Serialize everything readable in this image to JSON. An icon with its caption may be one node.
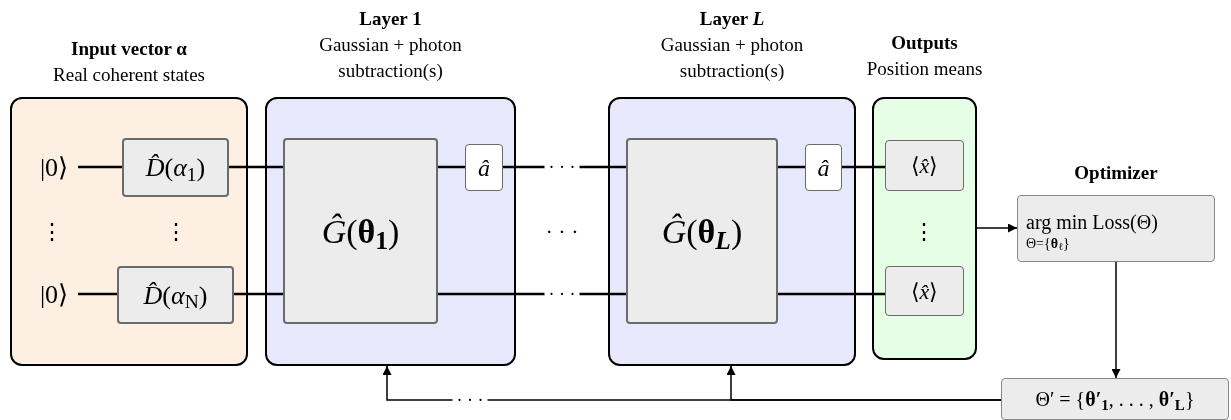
{
  "diagram": {
    "nodes": [
      {
        "text": [
          "Input vector α",
          "Real coherent states"
        ]
      },
      {
        "text": [
          "|0⟩"
        ],
        "in": 0
      },
      {
        "text": [
          "*D̂*(*α*$_{1}$)"
        ],
        "in": 0
      },
      {
        "text": [
          "|0⟩"
        ],
        "in": 0
      },
      {
        "text": [
          "*D̂*(*α*$_{N}$)"
        ],
        "in": 0
      },
      {
        "text": [
          "Layer 1",
          "Gaussian + photon subtraction(s)"
        ]
      },
      {
        "text": [
          "*Ĝ*(**θ**$_{1}$)"
        ],
        "in": 5
      },
      {
        "text": [
          "â"
        ],
        "in": 5
      },
      {
        "text": [
          "Layer *L*",
          "Gaussian + photon subtraction(s)"
        ]
      },
      {
        "text": [
          "*Ĝ*(**θ**$_{L}$)"
        ],
        "in": 8
      },
      {
        "text": [
          "â"
        ],
        "in": 8
      },
      {
        "text": [
          "Outputs",
          "Position means"
        ]
      },
      {
        "text": [
          "⟨*x̂*⟩"
        ],
        "in": 11
      },
      {
        "text": [
          "⟨*x̂*⟩"
        ],
        "in": 11
      },
      {
        "text": [
          "Optimizer",
          "arg min Loss(Θ)",
          "Θ={**θ**$_{ℓ}$}"
        ]
      },
      {
        "text": [
          "Θ′ = {**θ′**$_{1}$, . . . , **θ′**$_{L}$}"
        ]
      }
    ],
    "edges": [
      {
        "from": 1,
        "to": 2,
        "arrow": "none"
      },
      {
        "from": 3,
        "to": 4,
        "arrow": "none"
      },
      {
        "from": 2,
        "to": 6,
        "arrow": "none"
      },
      {
        "from": 4,
        "to": 6,
        "arrow": "none"
      },
      {
        "from": 6,
        "to": 7,
        "arrow": "none"
      },
      {
        "from": 7,
        "to": 9,
        "arrow": "none",
        "label": "· · ·"
      },
      {
        "from": 6,
        "to": 9,
        "arrow": "none",
        "label": "· · ·"
      },
      {
        "from": 9,
        "to": 10,
        "arrow": "none"
      },
      {
        "from": 10,
        "to": 12,
        "arrow": "none"
      },
      {
        "from": 9,
        "to": 13,
        "arrow": "none"
      },
      {
        "from": 11,
        "to": 14,
        "arrow": "to"
      },
      {
        "from": 14,
        "to": 15,
        "arrow": "to"
      },
      {
        "from": 15,
        "to": 8,
        "arrow": "to"
      },
      {
        "from": 15,
        "to": 5,
        "arrow": "to",
        "label": "· · ·"
      }
    ],
    "labels": [
      "⋮",
      "⋮",
      "· · ·",
      "⋮"
    ]
  }
}
